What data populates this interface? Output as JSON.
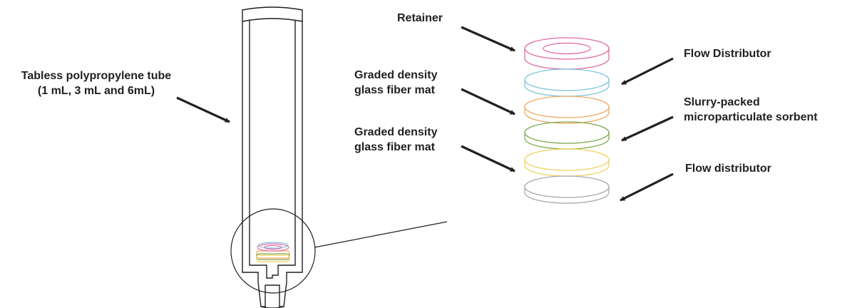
{
  "labels": {
    "tube": [
      "Tabless polypropylene tube",
      "(1 mL, 3 mL and 6mL)"
    ],
    "retainer": [
      "Retainer"
    ],
    "flow_distributor_top": [
      "Flow Distributor"
    ],
    "glass_fiber_mat_top": [
      "Graded density",
      "glass fiber mat"
    ],
    "sorbent": [
      "Slurry-packed",
      "microparticulate sorbent"
    ],
    "glass_fiber_mat_bottom": [
      "Graded density",
      "glass fiber mat"
    ],
    "flow_distributor_bottom": [
      "Flow distributor"
    ]
  },
  "layers": [
    {
      "name": "retainer",
      "color": "#e06aa3"
    },
    {
      "name": "flow-distributor-top",
      "color": "#7ec4e0"
    },
    {
      "name": "glass-fiber-mat-top",
      "color": "#f0a860"
    },
    {
      "name": "sorbent",
      "color": "#7cab52"
    },
    {
      "name": "glass-fiber-mat-bottom",
      "color": "#f2d25e"
    },
    {
      "name": "flow-distributor-bottom",
      "color": "#a8a8a8"
    }
  ],
  "colors": {
    "ink": "#231f20"
  }
}
